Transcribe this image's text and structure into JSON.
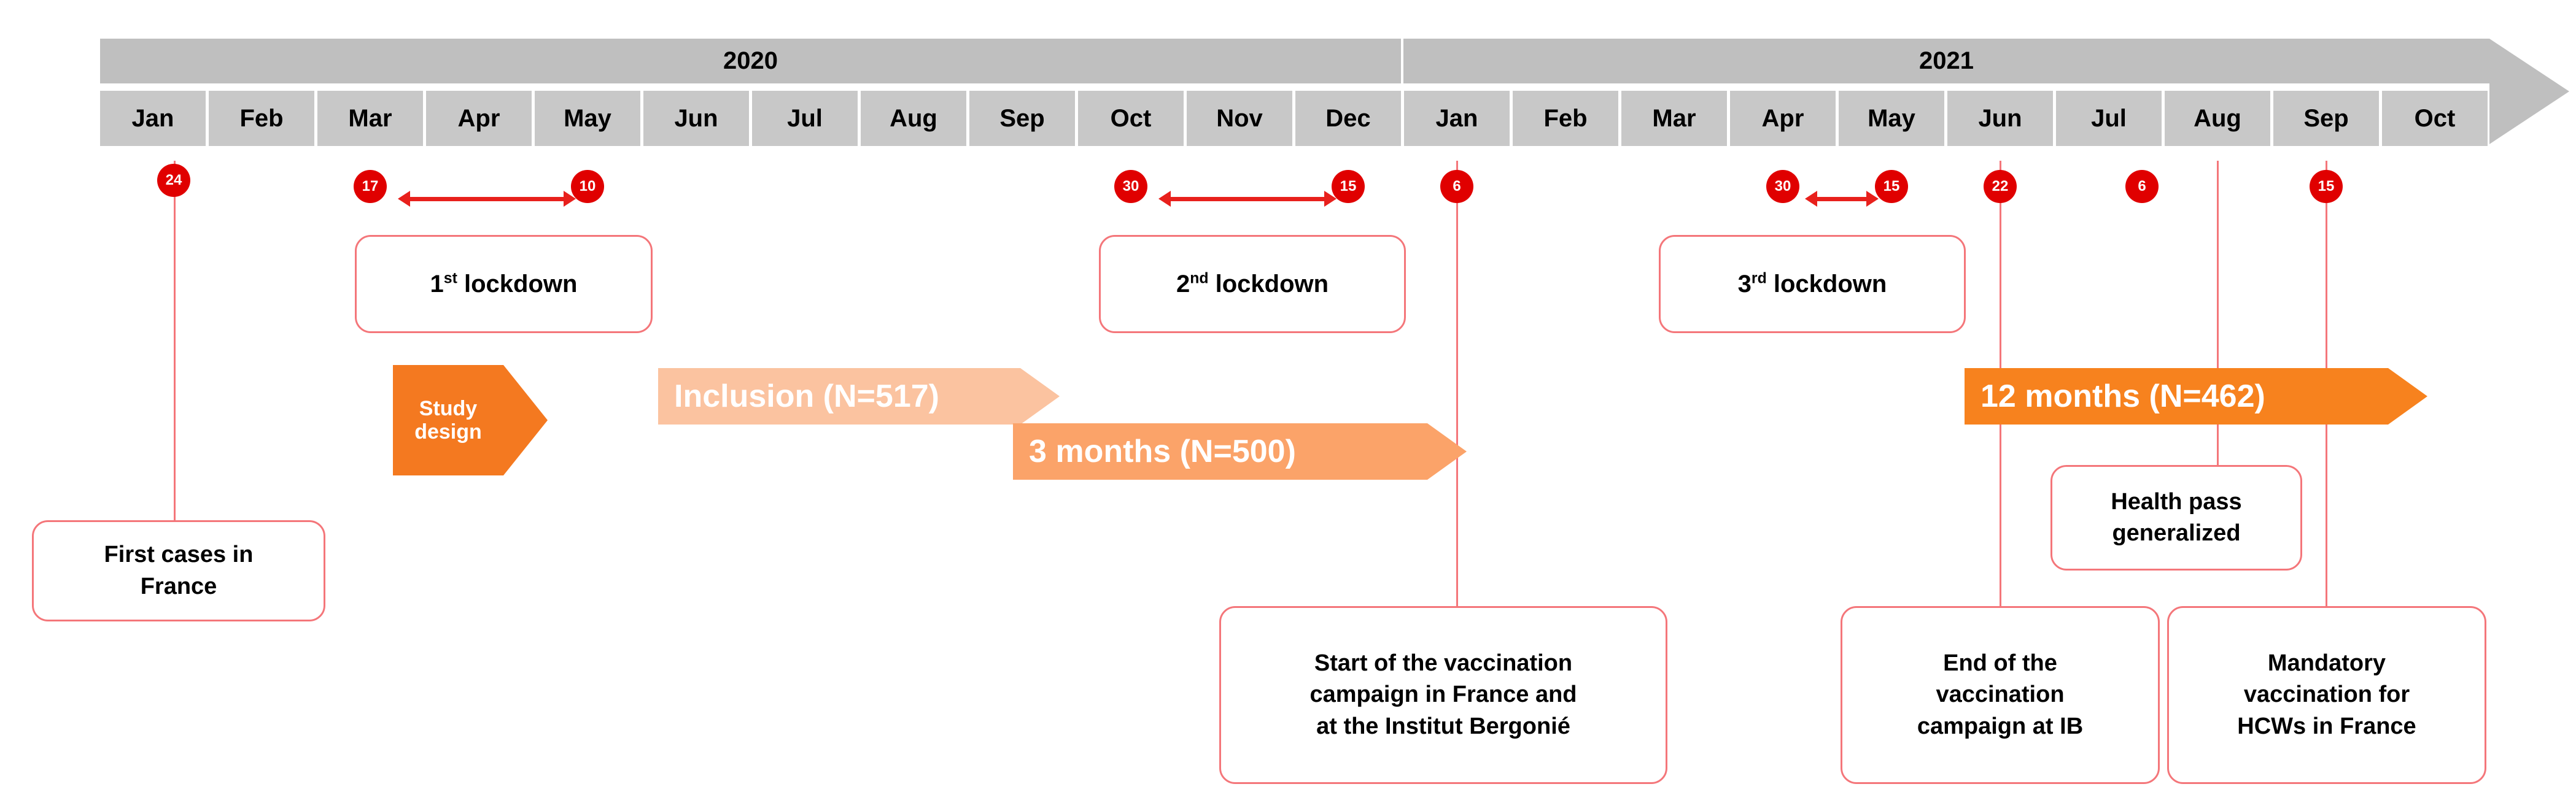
{
  "timeline": {
    "years": [
      {
        "label": "2020"
      },
      {
        "label": "2021"
      }
    ],
    "months_2020": [
      "Jan",
      "Feb",
      "Mar",
      "Apr",
      "May",
      "Jun",
      "Jul",
      "Aug",
      "Sep",
      "Oct",
      "Nov",
      "Dec"
    ],
    "months_2021": [
      "Jan",
      "Feb",
      "Mar",
      "Apr",
      "May",
      "Jun",
      "Jul",
      "Aug",
      "Sep",
      "Oct"
    ],
    "badges": [
      {
        "day": "24",
        "month": "Jan",
        "year": "2020"
      },
      {
        "day": "17",
        "month": "Mar",
        "year": "2020"
      },
      {
        "day": "10",
        "month": "May",
        "year": "2020"
      },
      {
        "day": "30",
        "month": "Oct",
        "year": "2020"
      },
      {
        "day": "15",
        "month": "Dec",
        "year": "2020"
      },
      {
        "day": "6",
        "month": "Jan",
        "year": "2021"
      },
      {
        "day": "30",
        "month": "Apr",
        "year": "2021"
      },
      {
        "day": "15",
        "month": "May",
        "year": "2021"
      },
      {
        "day": "22",
        "month": "Jun",
        "year": "2021"
      },
      {
        "day": "6",
        "month": "Aug",
        "year": "2021"
      },
      {
        "day": "15",
        "month": "Sep",
        "year": "2021"
      }
    ]
  },
  "lockdowns": [
    {
      "ordinal": "1",
      "suffix": "st",
      "label": " lockdown"
    },
    {
      "ordinal": "2",
      "suffix": "nd",
      "label": " lockdown"
    },
    {
      "ordinal": "3",
      "suffix": "rd",
      "label": " lockdown"
    }
  ],
  "phases": [
    {
      "name": "study-design",
      "line1": "Study",
      "line2": "design",
      "color": "#F47920"
    },
    {
      "name": "inclusion",
      "label": "Inclusion (N=517)",
      "color": "#FBC3A0"
    },
    {
      "name": "3-months",
      "label": "3 months (N=500)",
      "color": "#FBA369"
    },
    {
      "name": "12-months",
      "label": "12 months (N=462)",
      "color": "#F7821E"
    }
  ],
  "events": [
    {
      "name": "first-cases-france",
      "text": "First cases in\nFrance"
    },
    {
      "name": "start-vaccination",
      "text": "Start of the vaccination\ncampaign in France and\nat the Institut Bergonié"
    },
    {
      "name": "health-pass",
      "text": "Health pass\ngeneralized"
    },
    {
      "name": "end-vaccination-ib",
      "text": "End of the\nvaccination\ncampaign at IB"
    },
    {
      "name": "mandatory-vaccination-hcw",
      "text": "Mandatory\nvaccination for\nHCWs in France"
    }
  ],
  "colors": {
    "timeline_gray": "#BFBFBF",
    "month_gray": "#C8C8C8",
    "badge_red": "#E00000",
    "connector_red": "#F4767A",
    "arrow_red": "#E8201C",
    "orange_strong": "#F47920",
    "orange_mid": "#FBA369",
    "orange_light": "#FBC3A0"
  }
}
